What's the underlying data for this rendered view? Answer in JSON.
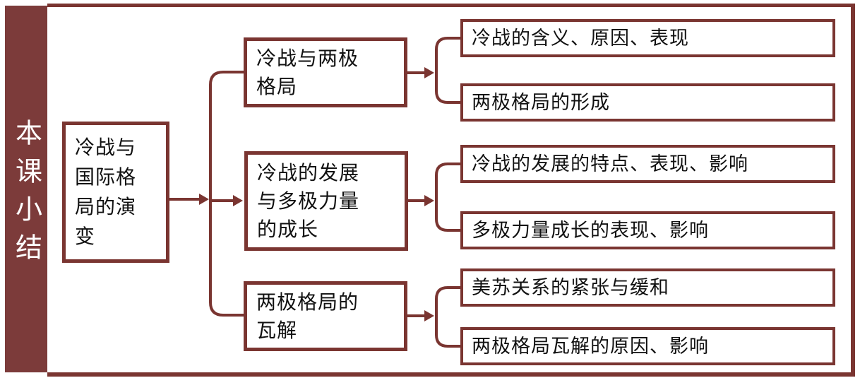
{
  "theme": {
    "line_color": "#7A3531",
    "sidebar_bg": "#7C3B3A",
    "text_color": "#111111",
    "box_bg": "#FFFFFF",
    "sidebar_text_color": "#FFFFFF"
  },
  "sidebar": {
    "title": "本课小结"
  },
  "diagram": {
    "root": {
      "label": "冷战与\n国际格\n局的演\n变"
    },
    "branches": [
      {
        "label": "冷战与两极\n格局",
        "children": [
          "冷战的含义、原因、表现",
          "两极格局的形成"
        ]
      },
      {
        "label": "冷战的发展\n与多极力量\n的成长",
        "children": [
          "冷战的发展的特点、表现、影响",
          "多极力量成长的表现、影响"
        ]
      },
      {
        "label": "两极格局的\n瓦解",
        "children": [
          "美苏关系的紧张与缓和",
          "两极格局瓦解的原因、影响"
        ]
      }
    ]
  }
}
